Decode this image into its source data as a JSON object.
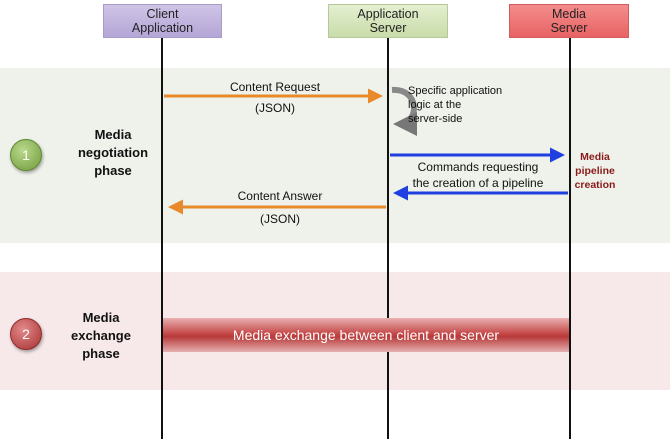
{
  "participants": {
    "client": {
      "line1": "Client",
      "line2": "Application"
    },
    "app": {
      "line1": "Application",
      "line2": "Server"
    },
    "media": {
      "line1": "Media",
      "line2": "Server"
    }
  },
  "phases": [
    {
      "number": "1",
      "line1": "Media",
      "line2": "negotiation",
      "line3": "phase"
    },
    {
      "number": "2",
      "line1": "Media",
      "line2": "exchange",
      "line3": "phase"
    }
  ],
  "messages": {
    "content_request": {
      "label": "Content Request",
      "format": "(JSON)"
    },
    "server_logic": {
      "line1": "Specific application",
      "line2": "logic at the",
      "line3": "server-side"
    },
    "commands": {
      "line1": "Commands requesting",
      "line2": "the creation of a pipeline"
    },
    "pipeline_creation": {
      "line1": "Media",
      "line2": "pipeline",
      "line3": "creation"
    },
    "content_answer": {
      "label": "Content Answer",
      "format": "(JSON)"
    }
  },
  "exchange": {
    "label": "Media exchange between client and server"
  },
  "colors": {
    "orange_arrow": "#e8892a",
    "blue_arrow": "#1f3fe0",
    "pipeline_text": "#8b1a1a"
  }
}
